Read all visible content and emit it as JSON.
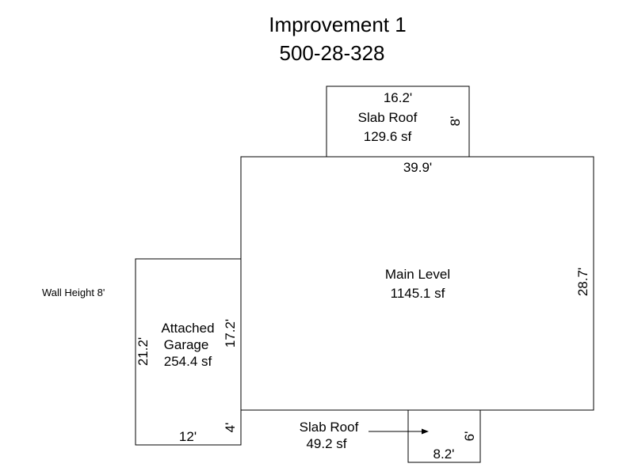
{
  "title": "Improvement 1",
  "parcel_id": "500-28-328",
  "wall_height_note": "Wall Height 8'",
  "colors": {
    "line": "#000000",
    "background": "#ffffff"
  },
  "areas": {
    "slab_roof_top": {
      "name": "Slab Roof",
      "area": "129.6 sf",
      "dim_width": "16.2'",
      "dim_height": "8'"
    },
    "main_level": {
      "name": "Main Level",
      "area": "1145.1 sf",
      "dim_width": "39.9'",
      "dim_height": "28.7'"
    },
    "attached_garage": {
      "name_line1": "Attached",
      "name_line2": "Garage",
      "area": "254.4 sf",
      "dim_height": "21.2'",
      "dim_inner": "17.2'",
      "dim_width": "12'",
      "dim_small": "4'"
    },
    "slab_roof_bottom": {
      "name": "Slab Roof",
      "area": "49.2 sf",
      "dim_width": "8.2'",
      "dim_height": "6'"
    }
  }
}
